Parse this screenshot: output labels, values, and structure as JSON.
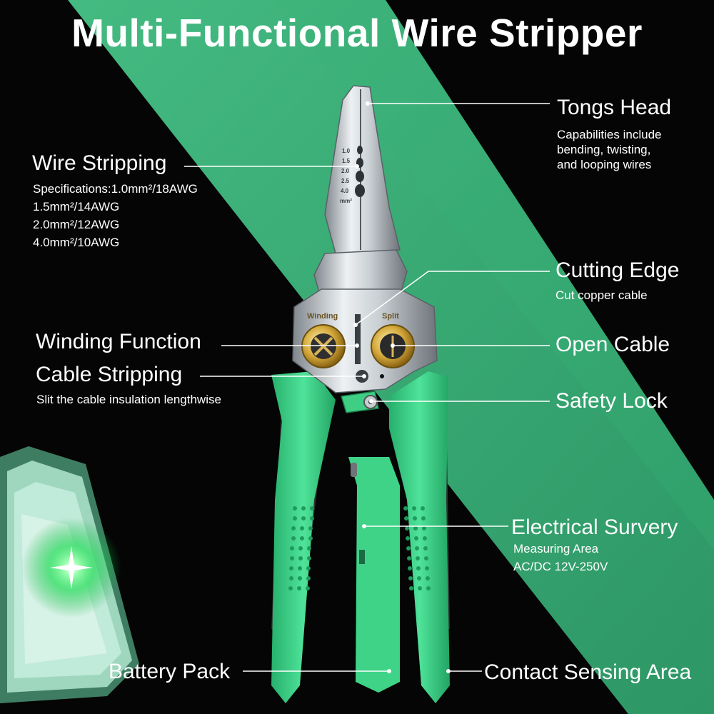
{
  "title": "Multi-Functional Wire Stripper",
  "colors": {
    "accent": "#3fbf7f",
    "handle": "#3ecf84",
    "grip": "#2e2e32",
    "background": "#050505"
  },
  "callouts": {
    "tongs_head": {
      "heading": "Tongs Head",
      "desc": [
        "Capabilities include",
        "bending, twisting,",
        "and looping wires"
      ]
    },
    "wire_stripping": {
      "heading": "Wire Stripping",
      "desc": [
        "Specifications:1.0mm²/18AWG",
        "1.5mm²/14AWG",
        "2.0mm²/12AWG",
        "4.0mm²/10AWG"
      ]
    },
    "cutting_edge": {
      "heading": "Cutting Edge",
      "desc": "Cut copper cable"
    },
    "winding_function": {
      "heading": "Winding Function"
    },
    "open_cable": {
      "heading": "Open Cable"
    },
    "cable_stripping": {
      "heading": "Cable Stripping",
      "desc": "Slit the cable insulation lengthwise"
    },
    "safety_lock": {
      "heading": "Safety Lock"
    },
    "electrical_survey": {
      "heading": "Electrical Survery",
      "desc": [
        "Measuring Area",
        "AC/DC 12V-250V"
      ]
    },
    "battery_pack": {
      "heading": "Battery Pack"
    },
    "contact_sensing": {
      "heading": "Contact Sensing Area"
    }
  },
  "tool_markings": {
    "left_hole": "Winding",
    "right_hole": "Split",
    "gauge_sizes": [
      "1.0",
      "1.5",
      "2.0",
      "2.5",
      "4.0"
    ],
    "gauge_unit": "mm²"
  }
}
